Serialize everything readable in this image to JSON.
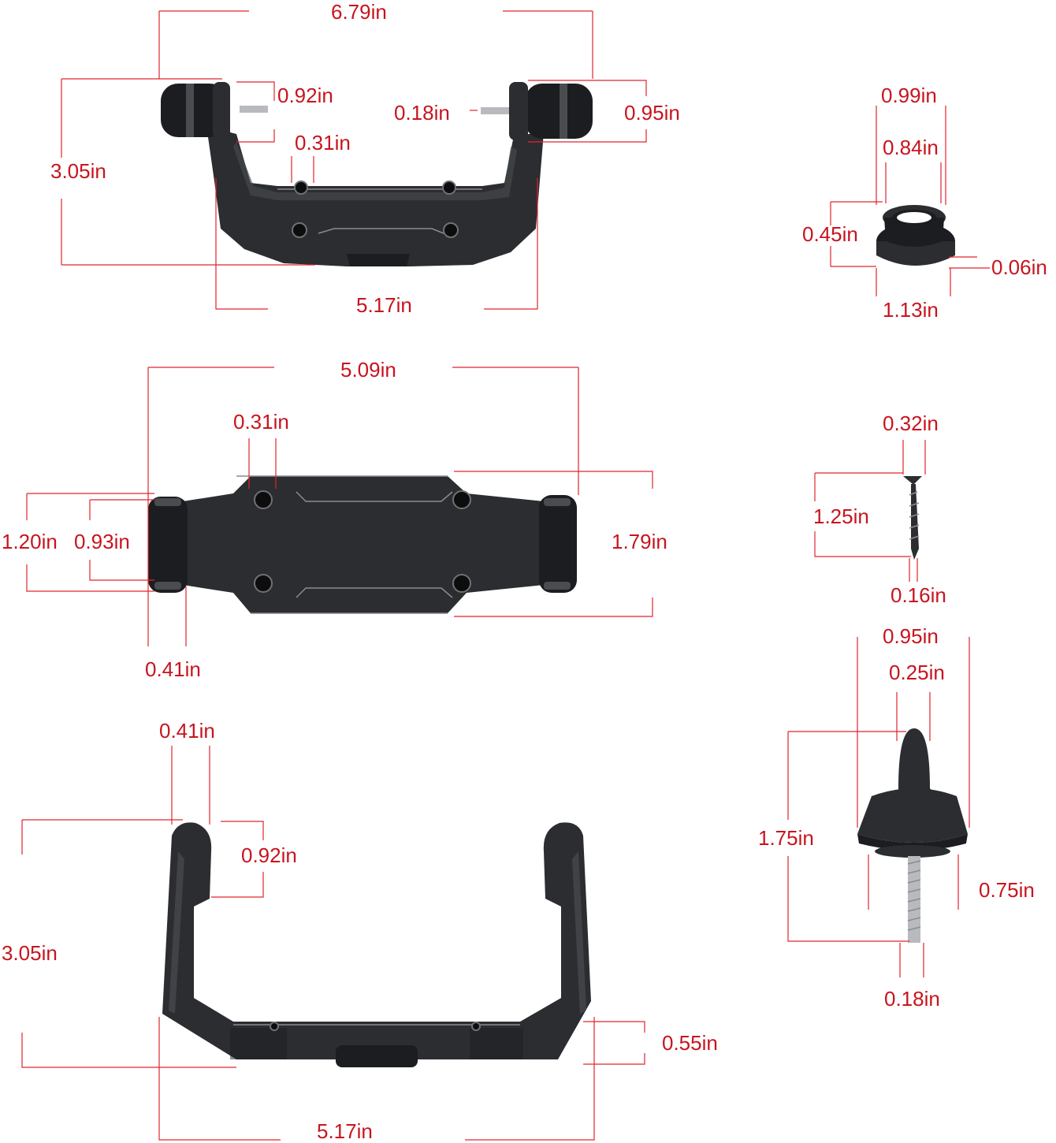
{
  "dimensions": {
    "top_overall_width": "6.79in",
    "top_knob_height_left": "0.92in",
    "top_screw_length": "0.18in",
    "top_knob_height_right": "0.95in",
    "top_hole_spacing": "0.31in",
    "top_overall_height": "3.05in",
    "top_base_width": "5.17in",
    "mid_overall_width": "5.09in",
    "mid_hole_spacing": "0.31in",
    "mid_outer_height": "1.20in",
    "mid_inner_height": "0.93in",
    "mid_body_height": "1.79in",
    "mid_knob_width": "0.41in",
    "bot_arm_width": "0.41in",
    "bot_knob_height": "0.92in",
    "bot_overall_height": "3.05in",
    "bot_base_height": "0.55in",
    "bot_base_width": "5.17in",
    "grommet_outer": "0.99in",
    "grommet_inner": "0.84in",
    "grommet_height": "0.45in",
    "grommet_lip": "0.06in",
    "grommet_base": "1.13in",
    "screw_head": "0.32in",
    "screw_length": "1.25in",
    "screw_shank": "0.16in",
    "knob_outer": "0.95in",
    "knob_tip": "0.25in",
    "knob_height": "1.75in",
    "knob_thread_length": "0.75in",
    "knob_thread_dia": "0.18in"
  },
  "colors": {
    "dimension": "#c8141e",
    "part": "#2c2d30"
  }
}
